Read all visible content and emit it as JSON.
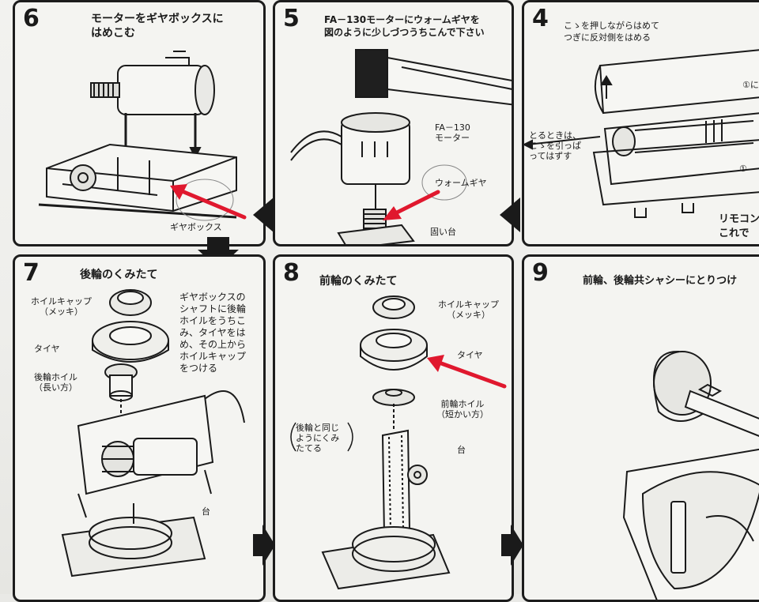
{
  "steps": {
    "s6": {
      "number": "6",
      "title": "モーターをギヤボックスに\nはめこむ",
      "labels": {
        "gearbox": "ギヤボックス"
      }
    },
    "s5": {
      "number": "5",
      "title": "FA－130モーターにウォームギヤを\n図のように少しづつうちこんで下さい",
      "labels": {
        "motor": "FA－130\nモーター",
        "worm": "ウォームギヤ",
        "block": "固い台"
      }
    },
    "s4": {
      "number": "4",
      "title": "こゝを押しながらはめて\nつぎに反対側をはめる",
      "labels": {
        "remove": "とるときは、\nこゝを引っぱ\nってはずす",
        "ref1": "①に",
        "ref2": "①",
        "remote": "リモコン\nこれで"
      }
    },
    "s7": {
      "number": "7",
      "title": "後輪のくみたて",
      "labels": {
        "cap": "ホイルキャップ\n（メッキ）",
        "tire": "タイヤ",
        "wheel": "後輪ホイル\n（長い方）",
        "stand": "台"
      },
      "instructions": "ギヤボックスの\nシャフトに後輪\nホイルをうちこ\nみ、タイヤをは\nめ、その上から\nホイルキャップ\nをつける"
    },
    "s8": {
      "number": "8",
      "title": "前輪のくみたて",
      "labels": {
        "cap": "ホイルキャップ\n（メッキ）",
        "tire": "タイヤ",
        "wheel": "前輪ホイル\n（短かい方）",
        "same": "後輪と同じ\nようにくみ\nたてる",
        "stand": "台"
      }
    },
    "s9": {
      "number": "9",
      "title": "前輪、後輪共シャシーにとりつけ"
    }
  },
  "colors": {
    "annotation": "#e0182e",
    "ink": "#1a1a1a",
    "paper": "#f4f4f1"
  }
}
